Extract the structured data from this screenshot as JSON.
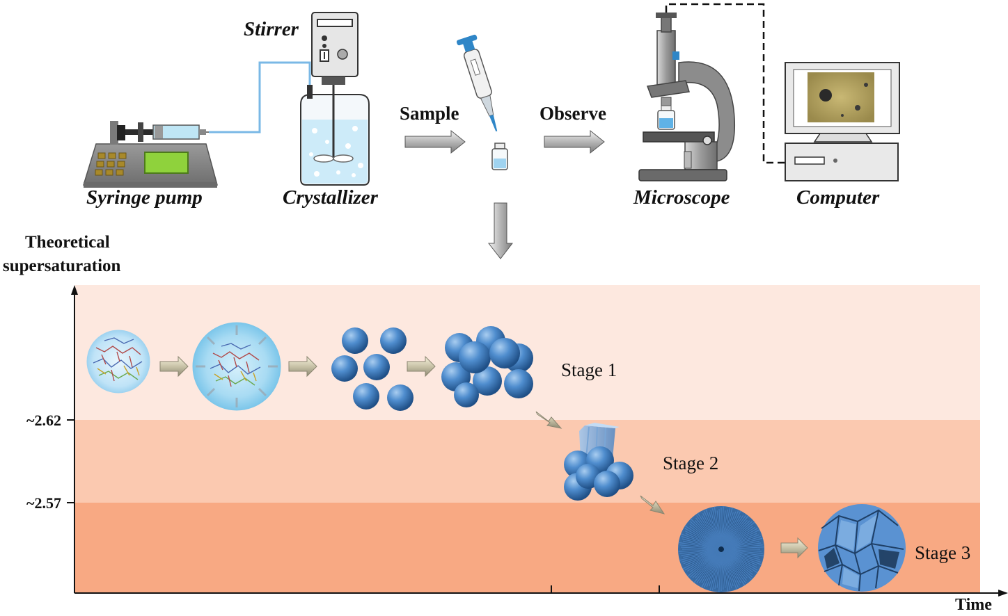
{
  "equipment": {
    "stirrer": "Stirrer",
    "syringe_pump": "Syringe pump",
    "crystallizer": "Crystallizer",
    "microscope": "Microscope",
    "computer": "Computer"
  },
  "steps": {
    "sample": "Sample",
    "observe": "Observe"
  },
  "axes": {
    "y_title_line1": "Theoretical",
    "y_title_line2": "supersaturation",
    "x_title": "Time",
    "tick_upper": "~2.62",
    "tick_lower": "~2.57"
  },
  "stages": {
    "stage1": "Stage 1",
    "stage2": "Stage 2",
    "stage3": "Stage 3"
  },
  "colors": {
    "band1": "#fde8df",
    "band2": "#fbc9b0",
    "band3": "#f8a983",
    "sphere": "#4a86c8",
    "arrow": "#bdbdbd"
  }
}
